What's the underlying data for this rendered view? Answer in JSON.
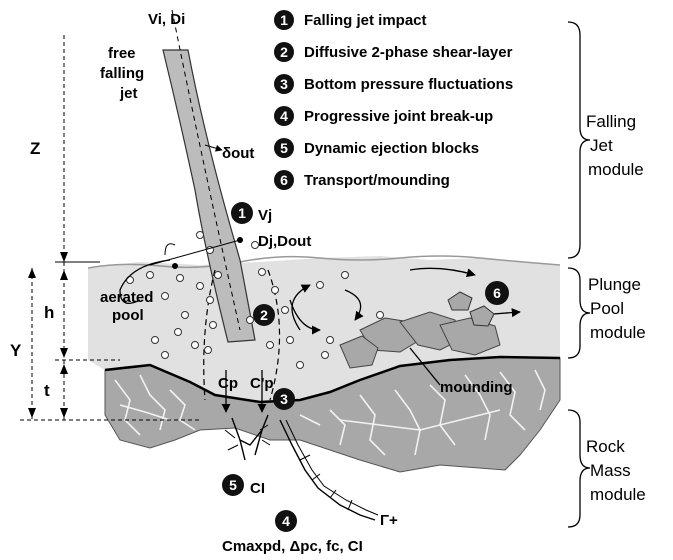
{
  "legend": [
    {
      "num": "1",
      "text": "Falling jet impact"
    },
    {
      "num": "2",
      "text": "Diffusive 2-phase shear-layer"
    },
    {
      "num": "3",
      "text": "Bottom pressure fluctuations"
    },
    {
      "num": "4",
      "text": "Progressive joint break-up"
    },
    {
      "num": "5",
      "text": "Dynamic ejection blocks"
    },
    {
      "num": "6",
      "text": "Transport/mounding"
    }
  ],
  "modules": {
    "falling_jet": [
      "Falling",
      "Jet",
      "module"
    ],
    "plunge_pool": [
      "Plunge",
      "Pool",
      "module"
    ],
    "rock_mass": [
      "Rock",
      "Mass",
      "module"
    ]
  },
  "labels": {
    "vi_di": "Vi, Di",
    "free_falling_jet": [
      "free",
      "falling",
      "jet"
    ],
    "delta_out": "δout",
    "z": "Z",
    "vj": "Vj",
    "dj_dout": "Dj,Dout",
    "h": "h",
    "y": "Y",
    "t": "t",
    "aerated_pool": [
      "aerated",
      "pool"
    ],
    "cp": "Cp",
    "cp_prime": "C'p",
    "mounding": "mounding",
    "ci": "CI",
    "gamma_plus": "Γ+",
    "bottom_formula": "Cmaxpd, Δpc, fc, CI"
  },
  "markers": {
    "m1": "1",
    "m2": "2",
    "m3": "3",
    "m4": "4",
    "m5": "5",
    "m6": "6"
  },
  "colors": {
    "water": "#e1e1e1",
    "jet": "#bcbcbc",
    "rock": "#a8a8a8",
    "marker": "#111111"
  }
}
